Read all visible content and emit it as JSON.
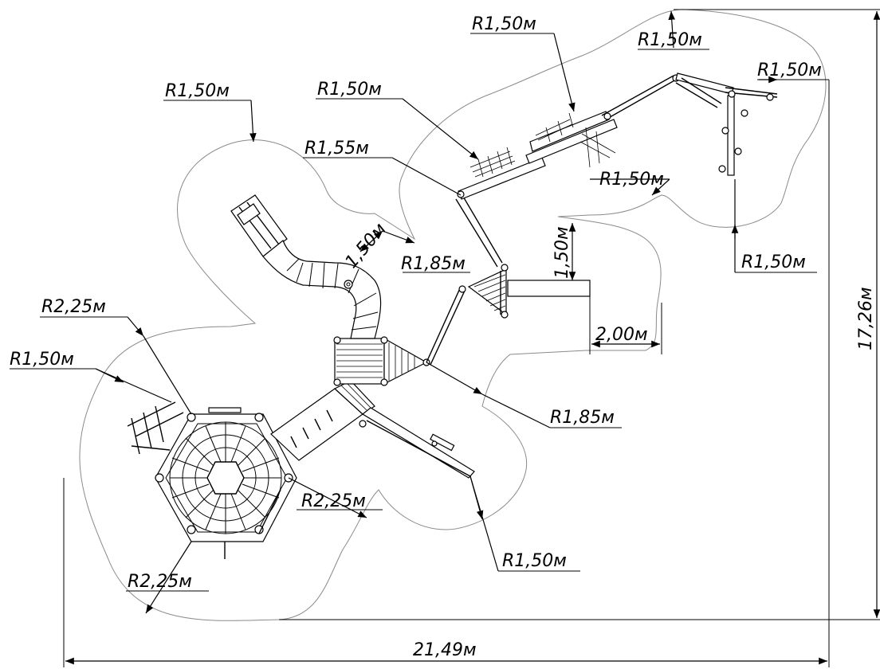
{
  "labels": {
    "r150_top": "R1,50м",
    "r150_topright_a": "R1,50м",
    "r150_topright_b": "R1,50м",
    "r150_slide": "R1,50м",
    "r150_bridge": "R1,50м",
    "r155": "R1,55м",
    "r150_lower_right": "R1,50м",
    "r150_far_right": "R1,50м",
    "d150_slide": "1,50м",
    "r185_upper": "R1,85м",
    "d150_vertical": "1,50м",
    "d200": "2,00м",
    "r225_top": "R2,25м",
    "r150_left": "R1,50м",
    "r185_lower": "R1,85м",
    "r225_mid": "R2,25м",
    "r150_bottom": "R1,50м",
    "r225_bottom": "R2,25м",
    "width_total": "21,49м",
    "height_total": "17,26м"
  }
}
